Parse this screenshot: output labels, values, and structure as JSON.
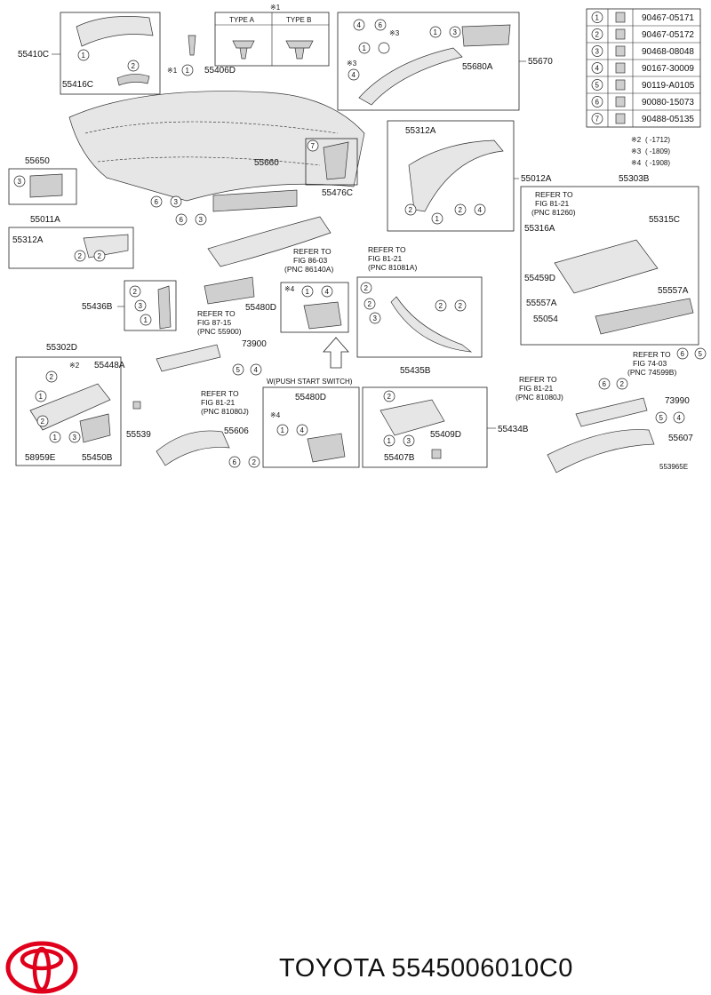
{
  "diagram": {
    "part_labels": {
      "p55410C": "55410C",
      "p55416C": "55416C",
      "p55406D": "55406D",
      "p55650": "55650",
      "p55011A": "55011A",
      "p55312A_l": "55312A",
      "p55660": "55660",
      "p55476C": "55476C",
      "p55436B": "55436B",
      "p55480D": "55480D",
      "p73900": "73900",
      "p55302D": "55302D",
      "p55448A": "55448A",
      "p55539": "55539",
      "p55606": "55606",
      "p58959E": "58959E",
      "p55450B": "55450B",
      "p55480D_b": "55480D",
      "p55409D": "55409D",
      "p55434B": "55434B",
      "p55407B": "55407B",
      "p55435B": "55435B",
      "p55680A": "55680A",
      "p55670": "55670",
      "p55312A_r": "55312A",
      "p55012A": "55012A",
      "p55303B": "55303B",
      "p55316A": "55316A",
      "p55315C": "55315C",
      "p55459D": "55459D",
      "p55557A_r": "55557A",
      "p55557A_m": "55557A",
      "p55054": "55054",
      "p73990": "73990",
      "p55607": "55607"
    },
    "type_table": {
      "type_a": "TYPE A",
      "type_b": "TYPE B",
      "note": "※1"
    },
    "fastener_table": [
      {
        "no": "1",
        "part": "90467-05171"
      },
      {
        "no": "2",
        "part": "90467-05172"
      },
      {
        "no": "3",
        "part": "90468-08048"
      },
      {
        "no": "4",
        "part": "90167-30009"
      },
      {
        "no": "5",
        "part": "90119-A0105"
      },
      {
        "no": "6",
        "part": "90080-15073"
      },
      {
        "no": "7",
        "part": "90488-05135"
      }
    ],
    "date_notes": [
      {
        "mark": "※2",
        "text": "(     -1712)"
      },
      {
        "mark": "※3",
        "text": "(     -1809)"
      },
      {
        "mark": "※4",
        "text": "(     -1908)"
      }
    ],
    "refs": {
      "r1": {
        "l1": "REFER TO",
        "l2": "FIG 81-21",
        "l3": "(PNC 81260)"
      },
      "r2": {
        "l1": "REFER TO",
        "l2": "FIG 86-03",
        "l3": "(PNC 86140A)"
      },
      "r3": {
        "l1": "REFER TO",
        "l2": "FIG 81-21",
        "l3": "(PNC 81081A)"
      },
      "r4": {
        "l1": "REFER TO",
        "l2": "FIG 87-15",
        "l3": "(PNC 55900)"
      },
      "r5": {
        "l1": "REFER TO",
        "l2": "FIG 81-21",
        "l3": "(PNC 81080J)"
      },
      "r6": {
        "l1": "REFER TO",
        "l2": "FIG 81-21",
        "l3": "(PNC 81080J)"
      },
      "r7": {
        "l1": "REFER TO",
        "l2": "FIG 74-03",
        "l3": "(PNC 74599B)"
      }
    },
    "switch_caption": "W(PUSH START SWITCH)",
    "note_x1": "※1",
    "note_x2": "※2",
    "note_x3": "※3",
    "note_x4": "※4",
    "doc_code": "553965E",
    "callouts": {
      "c1": "1",
      "c2": "2",
      "c3": "3",
      "c4": "4",
      "c5": "5",
      "c6": "6",
      "c7": "7"
    }
  },
  "footer": {
    "brand_text": "TOYOTA 5545006010C0",
    "logo": "toyota-logo",
    "logo_color": "#e0001b"
  }
}
